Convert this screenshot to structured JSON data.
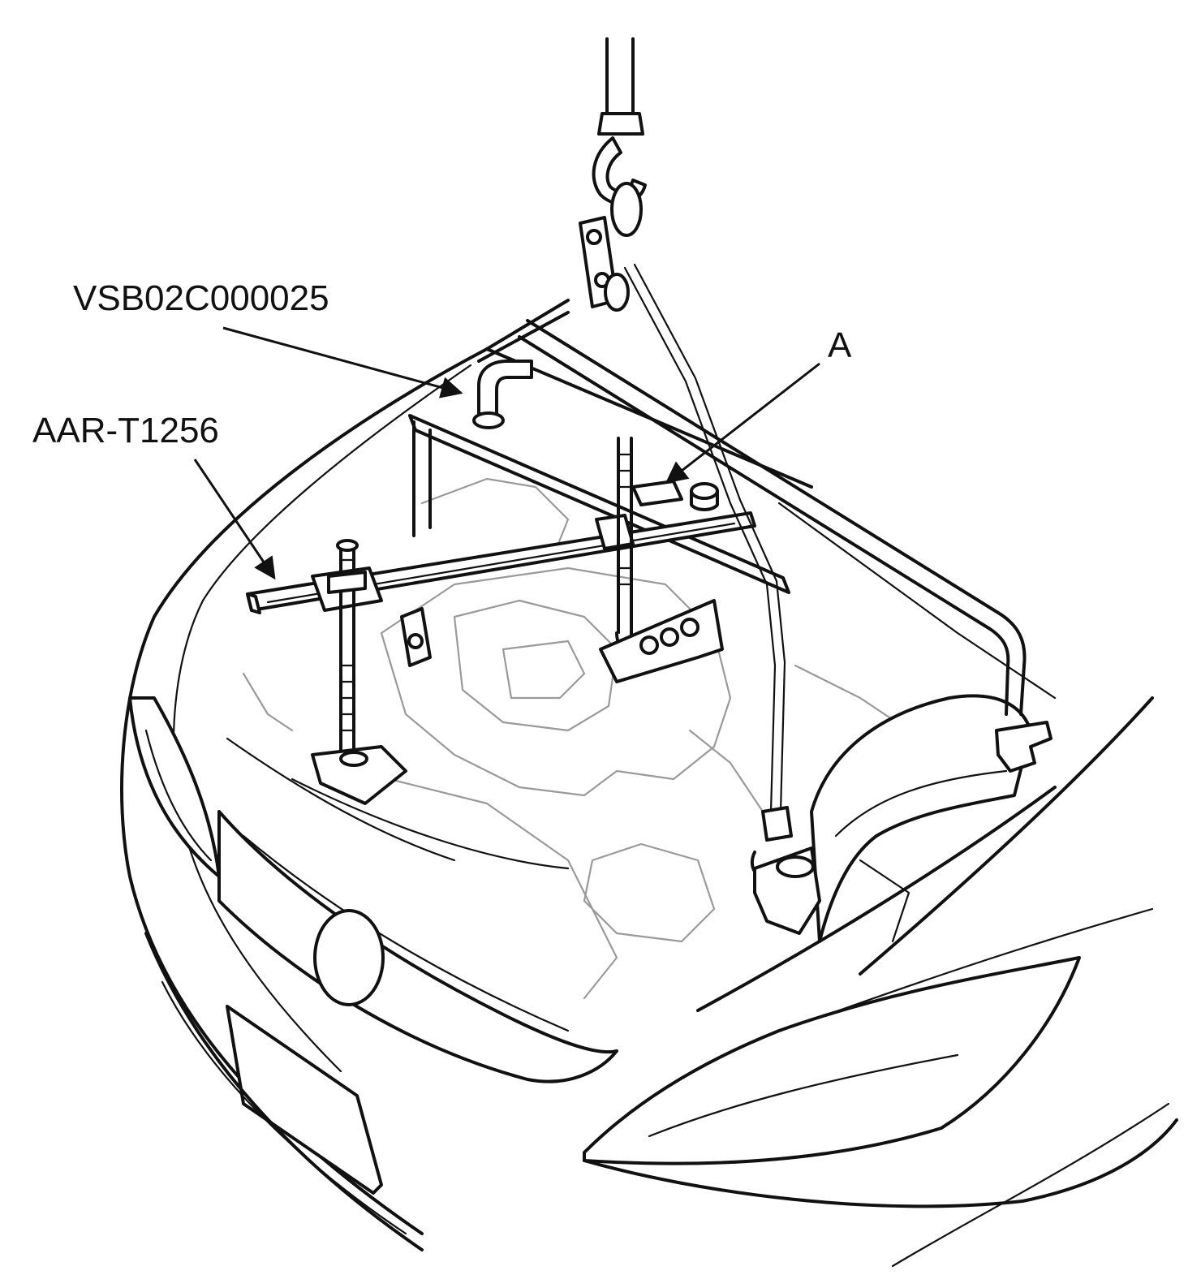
{
  "callouts": {
    "engine_support_hanger": "VSB02C000025",
    "adapter": "AAR-T1256",
    "item_a": "A"
  },
  "colors": {
    "line": "#111111",
    "faint_line": "#9a9a9a",
    "background": "#ffffff"
  }
}
